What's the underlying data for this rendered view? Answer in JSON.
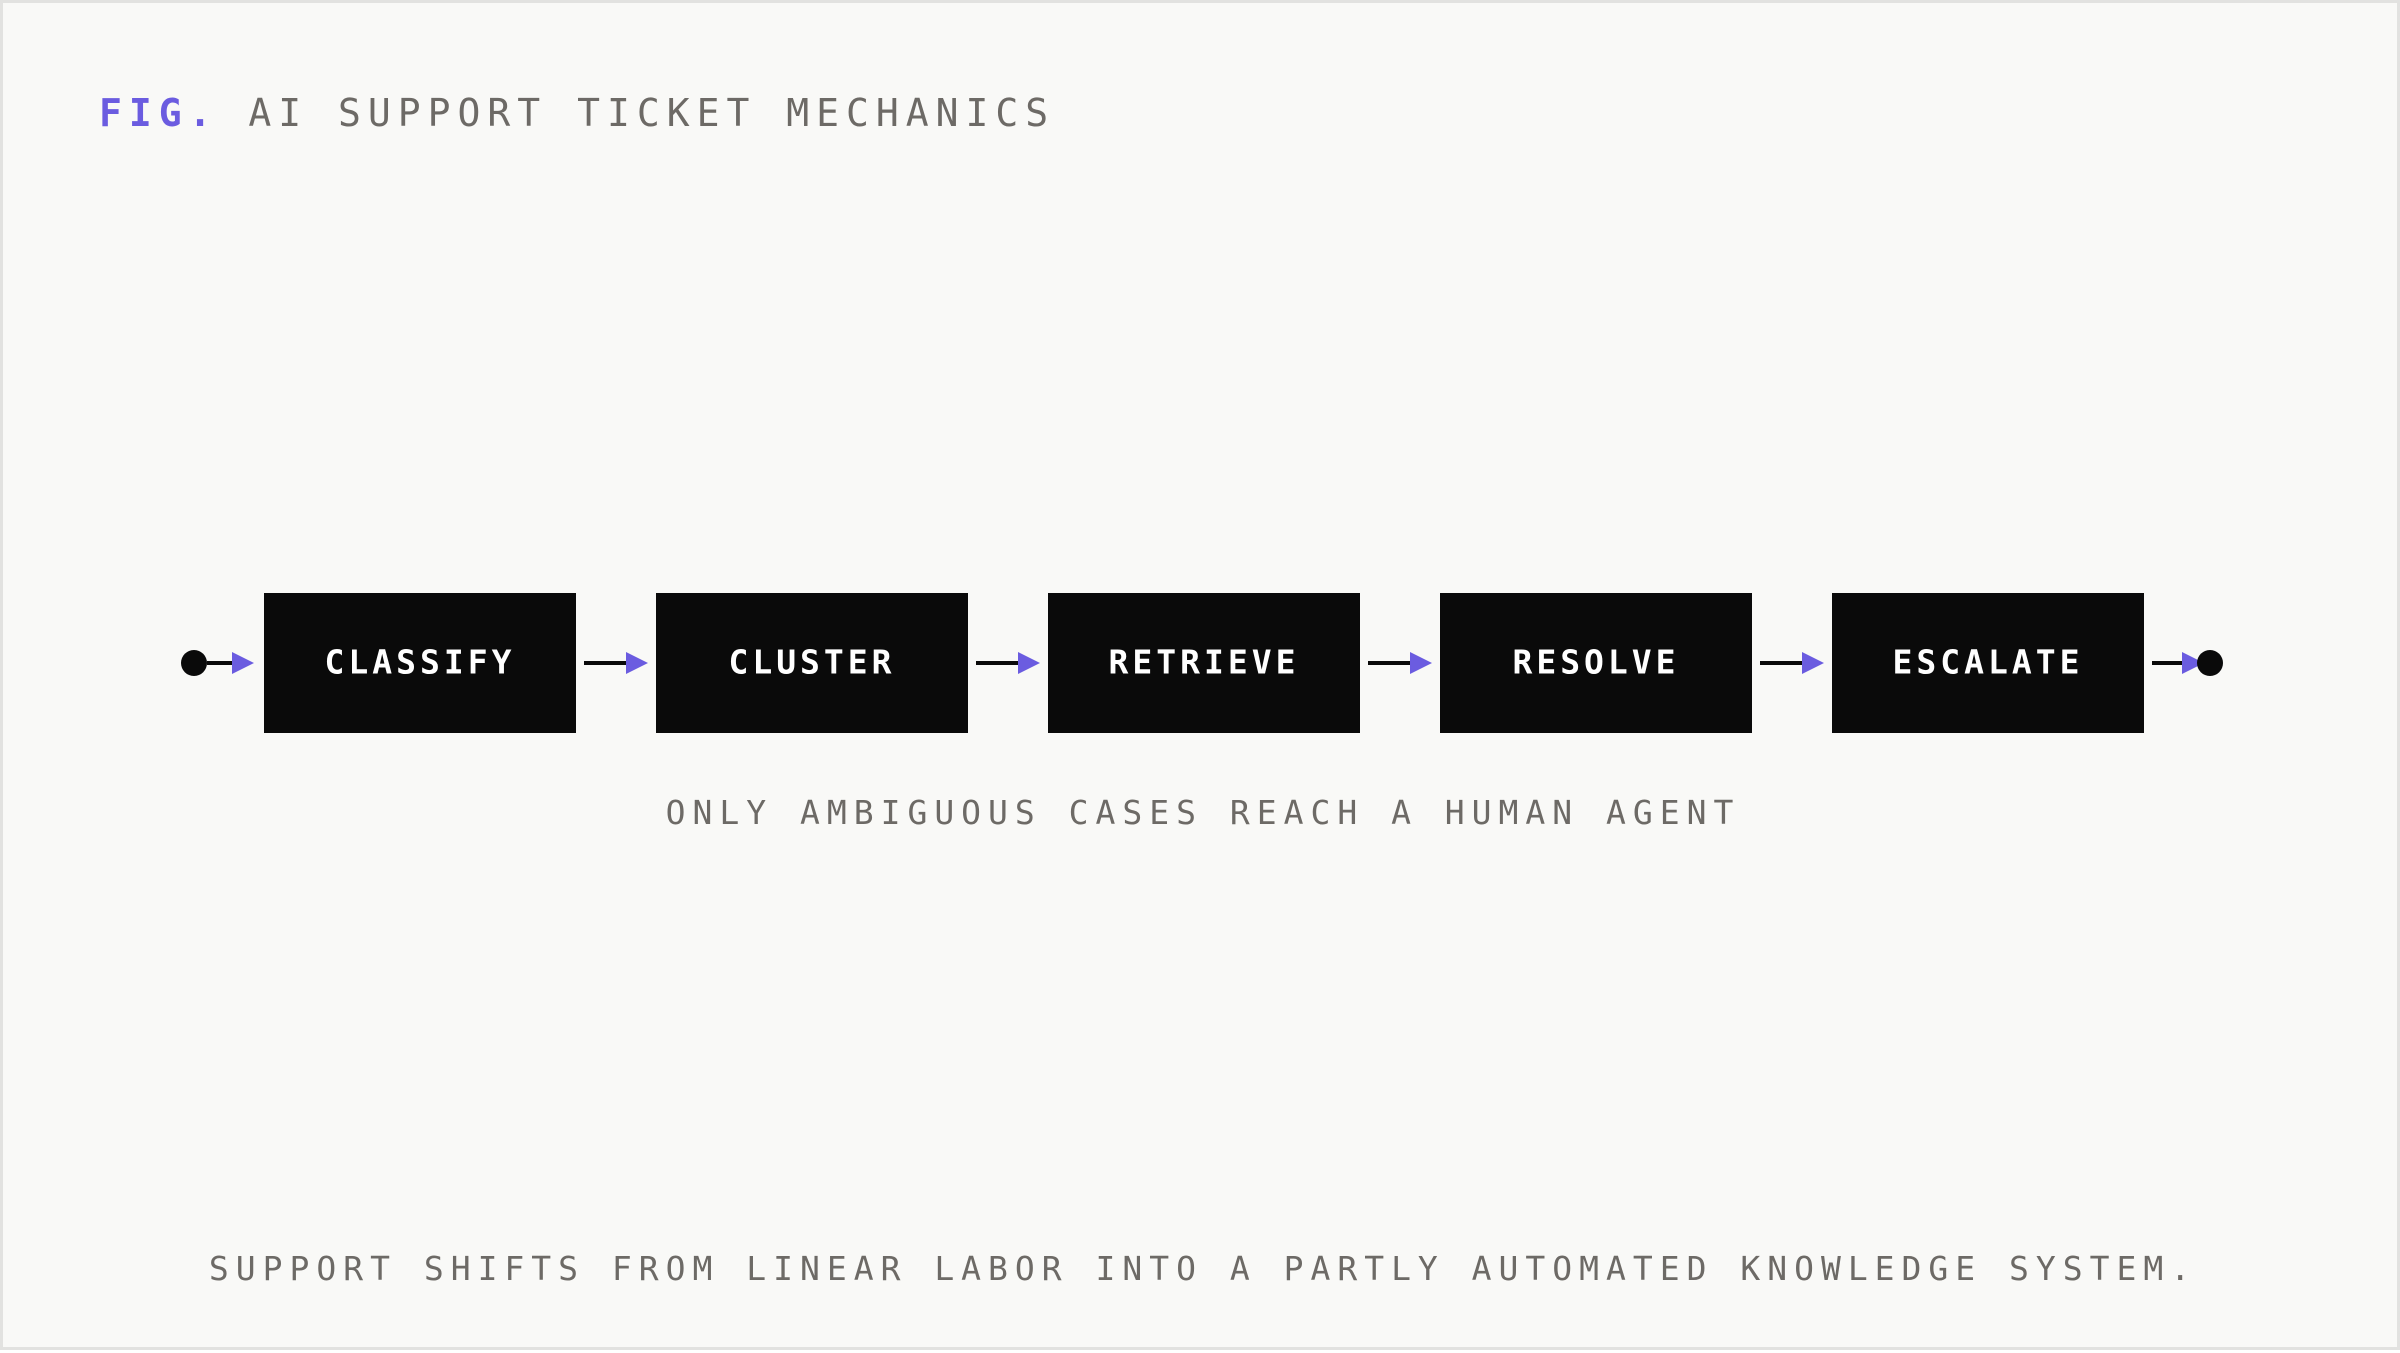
{
  "header": {
    "prefix": "FIG.",
    "title": "AI SUPPORT TICKET MECHANICS"
  },
  "flow": {
    "steps": [
      {
        "label": "CLASSIFY"
      },
      {
        "label": "CLUSTER"
      },
      {
        "label": "RETRIEVE"
      },
      {
        "label": "RESOLVE"
      },
      {
        "label": "ESCALATE"
      }
    ],
    "caption": "ONLY AMBIGUOUS CASES REACH A HUMAN AGENT"
  },
  "footer": {
    "text": "SUPPORT SHIFTS FROM LINEAR LABOR INTO A PARTLY AUTOMATED KNOWLEDGE SYSTEM."
  },
  "colors": {
    "accent": "#6b5ce0",
    "box": "#0a0a0a",
    "text_muted": "#6d6a66",
    "background": "#f9f9f7"
  }
}
